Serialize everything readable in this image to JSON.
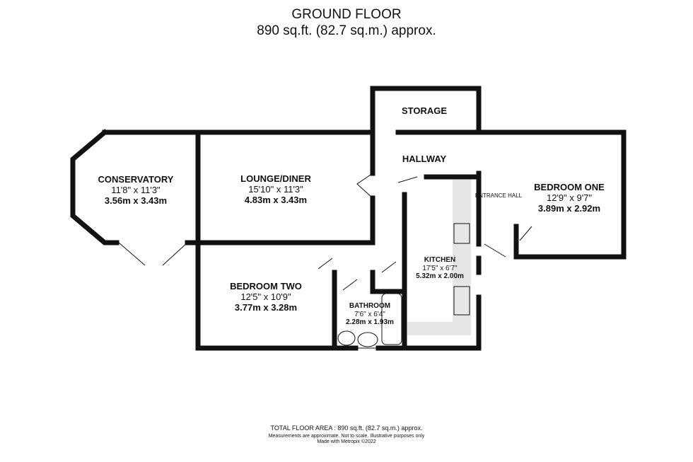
{
  "header": {
    "title": "GROUND FLOOR",
    "area": "890 sq.ft. (82.7 sq.m.) approx."
  },
  "rooms": [
    {
      "name": "CONSERVATORY",
      "imperial": "11'8\"  x 11'3\"",
      "metric": "3.56m  x 3.43m"
    },
    {
      "name": "LOUNGE/DINER",
      "imperial": "15'10\"  x 11'3\"",
      "metric": "4.83m  x 3.43m"
    },
    {
      "name": "STORAGE"
    },
    {
      "name": "HALLWAY"
    },
    {
      "name": "ENTRANCE HALL"
    },
    {
      "name": "BEDROOM ONE",
      "imperial": "12'9\"  x 9'7\"",
      "metric": "3.89m  x 2.92m"
    },
    {
      "name": "KITCHEN",
      "imperial": "17'5\"  x 6'7\"",
      "metric": "5.32m  x 2.00m"
    },
    {
      "name": "BEDROOM TWO",
      "imperial": "12'5\"  x 10'9\"",
      "metric": "3.77m  x 3.28m"
    },
    {
      "name": "BATHROOM",
      "imperial": "7'6\"  x 6'4\"",
      "metric": "2.28m  x 1.93m"
    }
  ],
  "footer": {
    "total": "TOTAL FLOOR AREA : 890 sq.ft. (82.7 sq.m.) approx.",
    "disclaimer": "Measurements are approximate.  Not to scale.  Illustrative purposes only",
    "credit": "Made with Metropix ©2022"
  },
  "colors": {
    "wall": "#111111",
    "kitchen_counter": "#e6e6e6"
  }
}
